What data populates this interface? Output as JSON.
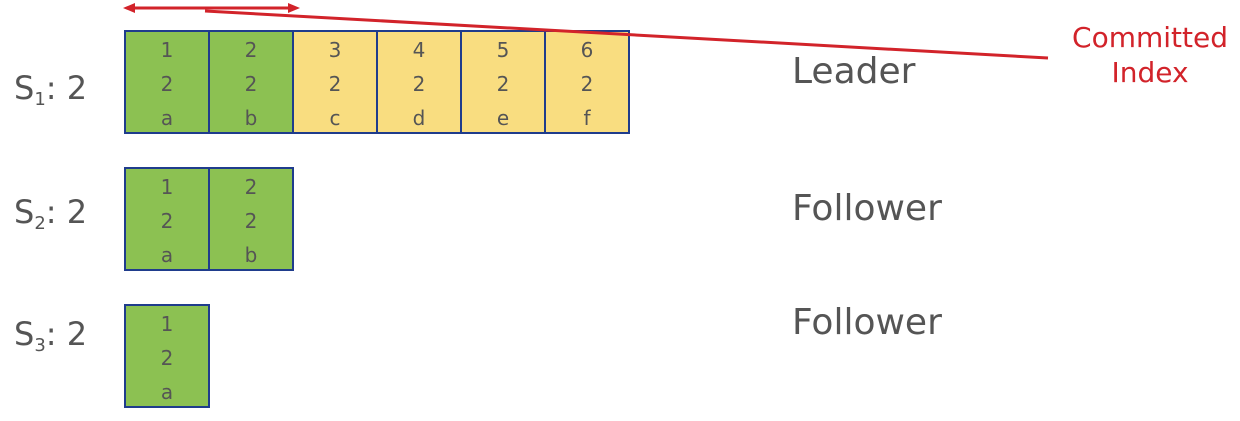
{
  "servers": [
    {
      "id": "S1",
      "name": "S",
      "subscript": "1",
      "term": ": 2",
      "role": "Leader",
      "entries": [
        {
          "index": "1",
          "term": "2",
          "command": "a",
          "status": "committed"
        },
        {
          "index": "2",
          "term": "2",
          "command": "b",
          "status": "committed"
        },
        {
          "index": "3",
          "term": "2",
          "command": "c",
          "status": "pending"
        },
        {
          "index": "4",
          "term": "2",
          "command": "d",
          "status": "pending"
        },
        {
          "index": "5",
          "term": "2",
          "command": "e",
          "status": "pending"
        },
        {
          "index": "6",
          "term": "2",
          "command": "f",
          "status": "pending"
        }
      ]
    },
    {
      "id": "S2",
      "name": "S",
      "subscript": "2",
      "term": ": 2",
      "role": "Follower",
      "entries": [
        {
          "index": "1",
          "term": "2",
          "command": "a",
          "status": "committed"
        },
        {
          "index": "2",
          "term": "2",
          "command": "b",
          "status": "committed"
        }
      ]
    },
    {
      "id": "S3",
      "name": "S",
      "subscript": "3",
      "term": ": 2",
      "role": "Follower",
      "entries": [
        {
          "index": "1",
          "term": "2",
          "command": "a",
          "status": "committed"
        }
      ]
    }
  ],
  "annotation": {
    "line1": "Committed",
    "line2": "Index",
    "color": "#d2232a"
  },
  "colors": {
    "committed": "#8cc152",
    "pending": "#f9dd80",
    "border": "#1f3c8c"
  }
}
